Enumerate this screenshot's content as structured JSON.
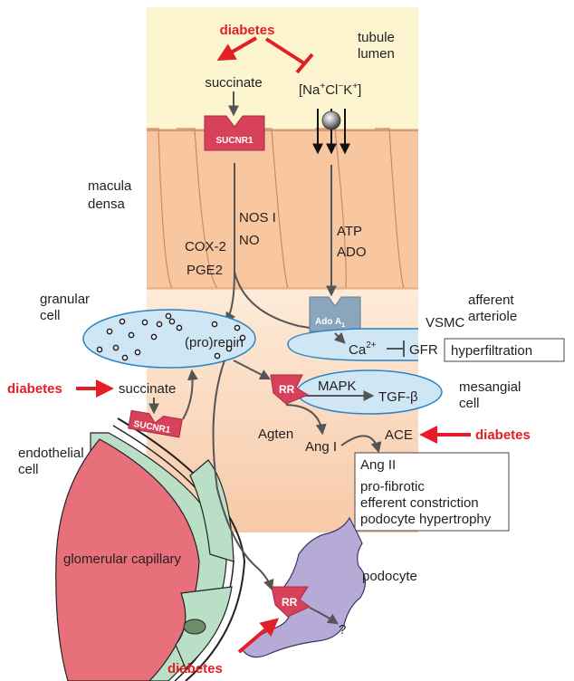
{
  "regions": {
    "tubule_lumen": "tubule\nlumen",
    "macula_densa": "macula\ndensa",
    "granular_cell": "granular\ncell",
    "afferent_arteriole": "afferent\narteriole",
    "mesangial_cell": "mesangial\ncell",
    "endothelial_cell": "endothelial\ncell",
    "glomerular_capillary": "glomerular capillary",
    "podocyte": "podocyte"
  },
  "labels": {
    "diabetes": "diabetes",
    "succinate": "succinate",
    "ions_main": "[Na",
    "ions_cl": "Cl",
    "ions_k": "K",
    "ions_close": "]",
    "sucnr1": "SUCNR1",
    "nos": "NOS I",
    "no": "NO",
    "cox2": "COX-2",
    "pge2": "PGE2",
    "atp": "ATP",
    "ado": "ADO",
    "ado_a1": "Ado A",
    "ado_a1_sub": "1",
    "prorenin": "(pro)renin",
    "vsmc": "VSMC",
    "ca": "Ca",
    "ca_sup": "2+",
    "gfr": "GFR",
    "hyperfiltration": "hyperfiltration",
    "rr": "RR",
    "mapk": "MAPK",
    "tgf": "TGF-β",
    "agten": "Agten",
    "ang1": "Ang I",
    "ace": "ACE",
    "ang2": "Ang II",
    "question": "?"
  },
  "ang2_effects": [
    "pro-fibrotic",
    "efferent constriction",
    "podocyte hypertrophy"
  ],
  "colors": {
    "lumen": "#fdf5cf",
    "tubule_cells": "#f8c7a0",
    "interstitium": "#fbe3cc",
    "granular_cell": "#cfe6f5",
    "receptor": "#d8415a",
    "ado_receptor": "#8aa6bd",
    "capillary": "#e8707a",
    "endothelium": "#b9dfc7",
    "podocyte": "#b5abd6",
    "diabetes_red": "#e31e24"
  }
}
